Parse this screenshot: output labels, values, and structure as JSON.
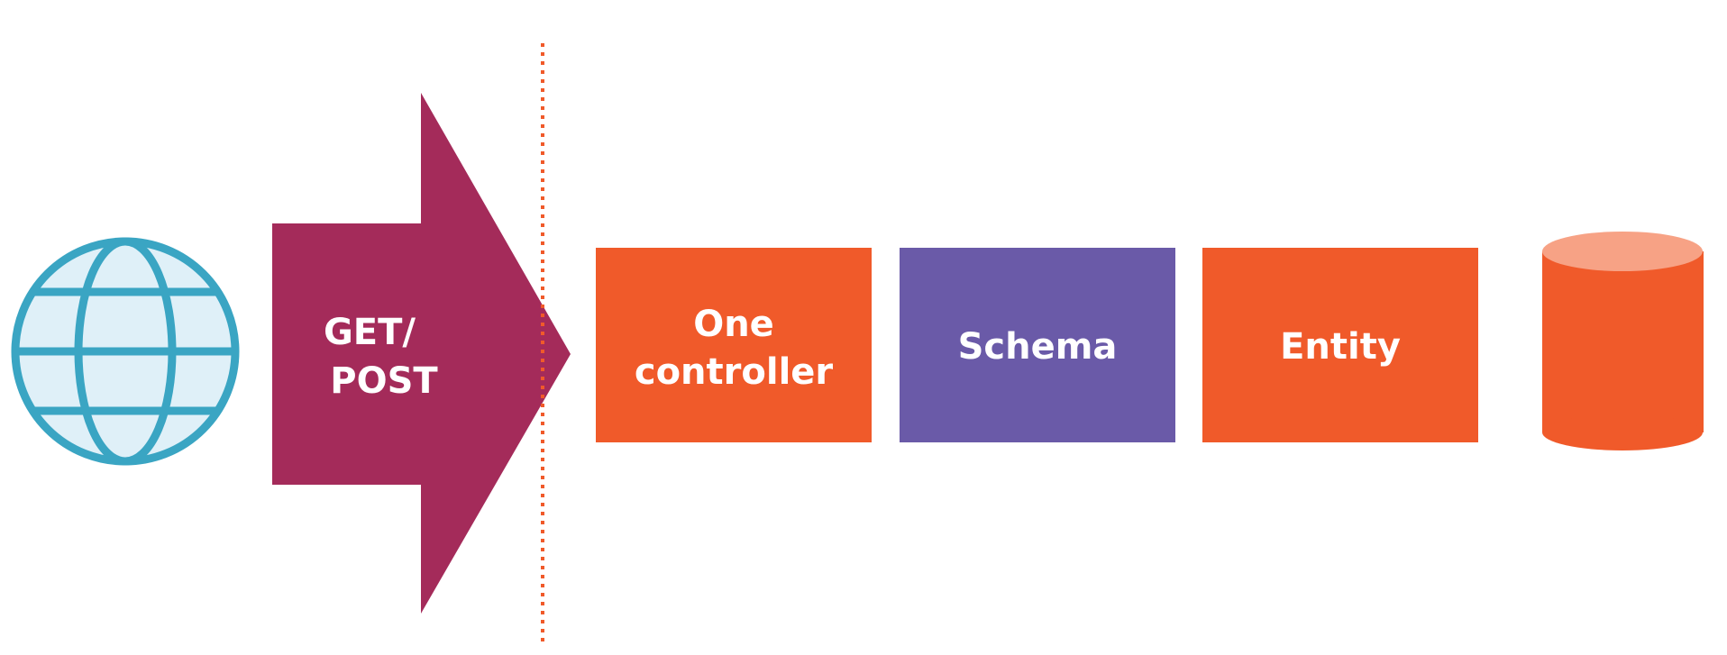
{
  "arrow": {
    "label_line1": "GET/",
    "label_line2": "POST"
  },
  "boxes": [
    {
      "line1": "One",
      "line2": "controller"
    },
    {
      "line1": "Schema"
    },
    {
      "line1": "Entity"
    }
  ],
  "icons": {
    "globe": "globe-icon",
    "database": "database-icon"
  },
  "colors": {
    "globe_stroke": "#3aa5c3",
    "globe_fill": "#dff0f8",
    "arrow_fill": "#a42b5a",
    "divider": "#f05a2a",
    "orange_box": "#f05a2a",
    "purple_box": "#6a5aa8",
    "db_body": "#f05a2a",
    "db_top": "#f7a285",
    "label_text": "#ffffff"
  }
}
